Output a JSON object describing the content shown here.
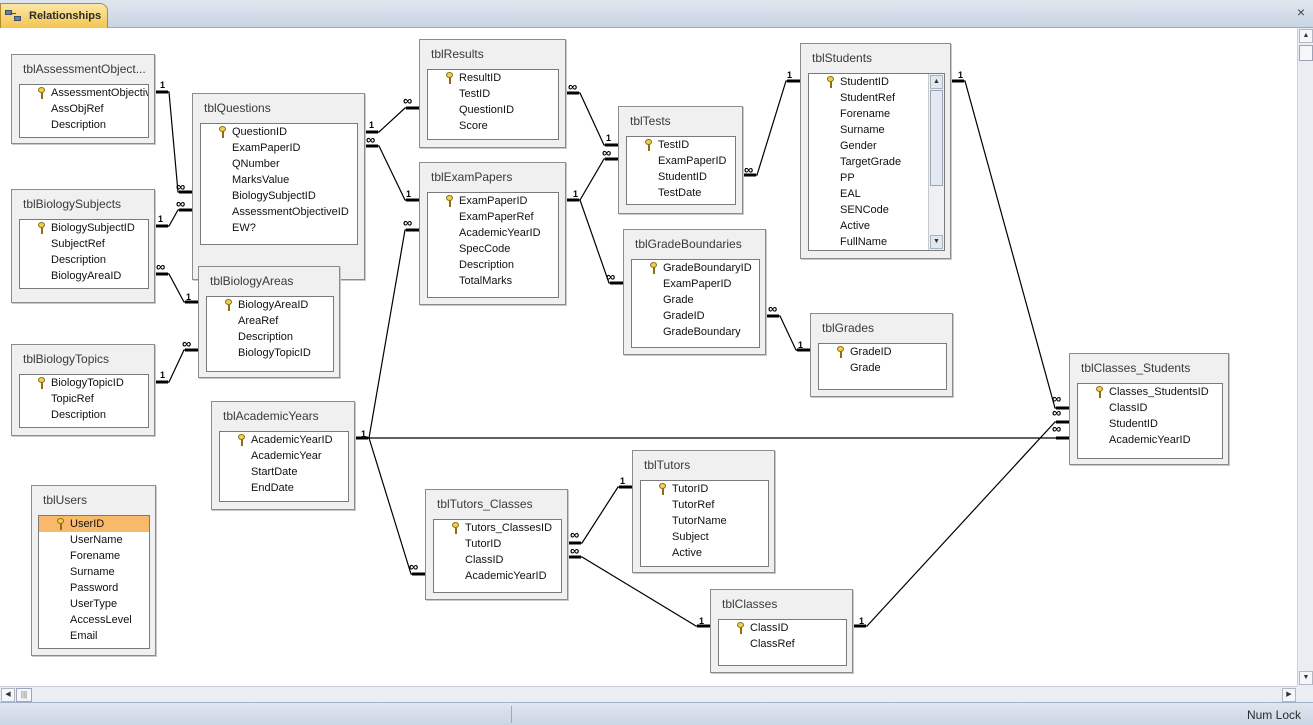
{
  "tab": {
    "label": "Relationships",
    "close": "×"
  },
  "tables": {
    "assessment": {
      "title": "tblAssessmentObject...",
      "fields": [
        "AssessmentObjectiv",
        "AssObjRef",
        "Description"
      ]
    },
    "questions": {
      "title": "tblQuestions",
      "fields": [
        "QuestionID",
        "ExamPaperID",
        "QNumber",
        "MarksValue",
        "BiologySubjectID",
        "AssessmentObjectiveID",
        "EW?"
      ]
    },
    "results": {
      "title": "tblResults",
      "fields": [
        "ResultID",
        "TestID",
        "QuestionID",
        "Score"
      ]
    },
    "tests": {
      "title": "tblTests",
      "fields": [
        "TestID",
        "ExamPaperID",
        "StudentID",
        "TestDate"
      ]
    },
    "students": {
      "title": "tblStudents",
      "fields": [
        "StudentID",
        "StudentRef",
        "Forename",
        "Surname",
        "Gender",
        "TargetGrade",
        "PP",
        "EAL",
        "SENCode",
        "Active",
        "FullName"
      ]
    },
    "subjects": {
      "title": "tblBiologySubjects",
      "fields": [
        "BiologySubjectID",
        "SubjectRef",
        "Description",
        "BiologyAreaID"
      ]
    },
    "exampapers": {
      "title": "tblExamPapers",
      "fields": [
        "ExamPaperID",
        "ExamPaperRef",
        "AcademicYearID",
        "SpecCode",
        "Description",
        "TotalMarks"
      ]
    },
    "gradeboundaries": {
      "title": "tblGradeBoundaries",
      "fields": [
        "GradeBoundaryID",
        "ExamPaperID",
        "Grade",
        "GradeID",
        "GradeBoundary"
      ]
    },
    "areas": {
      "title": "tblBiologyAreas",
      "fields": [
        "BiologyAreaID",
        "AreaRef",
        "Description",
        "BiologyTopicID"
      ]
    },
    "topics": {
      "title": "tblBiologyTopics",
      "fields": [
        "BiologyTopicID",
        "TopicRef",
        "Description"
      ]
    },
    "grades": {
      "title": "tblGrades",
      "fields": [
        "GradeID",
        "Grade"
      ]
    },
    "classstudents": {
      "title": "tblClasses_Students",
      "fields": [
        "Classes_StudentsID",
        "ClassID",
        "StudentID",
        "AcademicYearID"
      ]
    },
    "years": {
      "title": "tblAcademicYears",
      "fields": [
        "AcademicYearID",
        "AcademicYear",
        "StartDate",
        "EndDate"
      ]
    },
    "tutors": {
      "title": "tblTutors",
      "fields": [
        "TutorID",
        "TutorRef",
        "TutorName",
        "Subject",
        "Active"
      ]
    },
    "tutorclasses": {
      "title": "tblTutors_Classes",
      "fields": [
        "Tutors_ClassesID",
        "TutorID",
        "ClassID",
        "AcademicYearID"
      ]
    },
    "users": {
      "title": "tblUsers",
      "fields": [
        "UserID",
        "UserName",
        "Forename",
        "Surname",
        "Password",
        "UserType",
        "AccessLevel",
        "Email"
      ]
    },
    "classes": {
      "title": "tblClasses",
      "fields": [
        "ClassID",
        "ClassRef"
      ]
    }
  },
  "cardinality": {
    "one": "1",
    "many": "∞"
  },
  "status": {
    "numlock": "Num Lock"
  }
}
